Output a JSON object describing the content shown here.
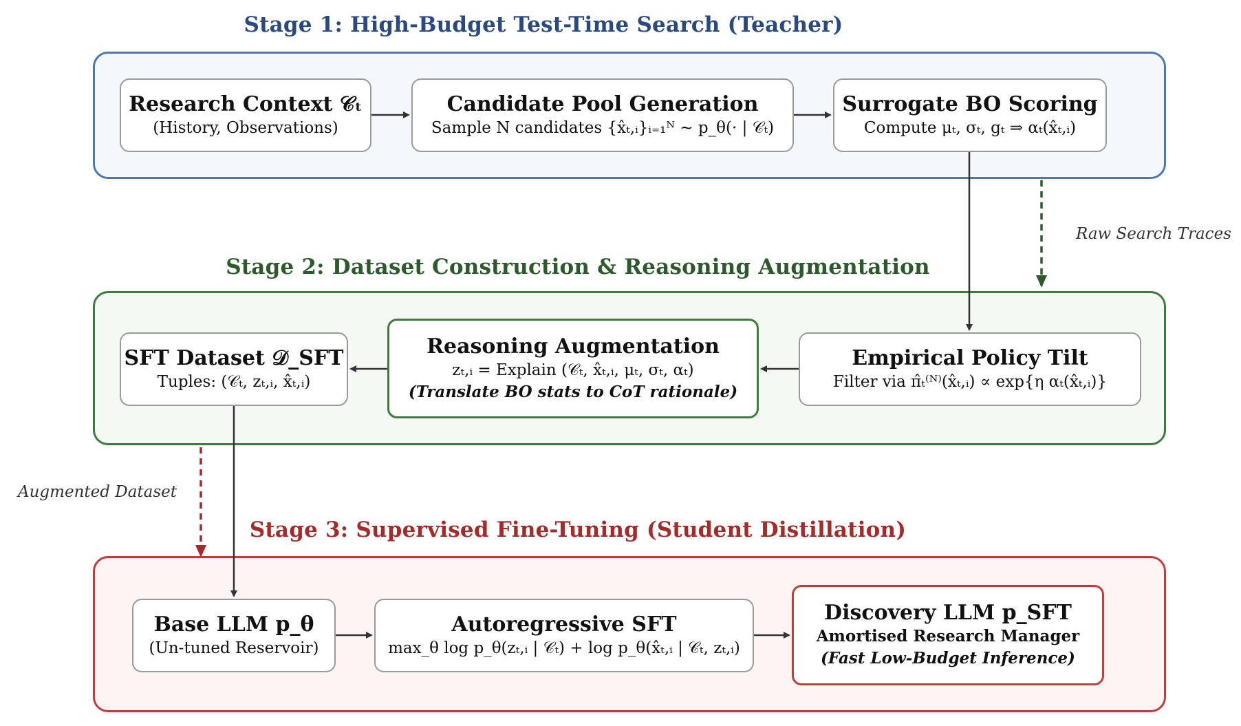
{
  "stage1": {
    "title": "Stage 1: High-Budget Test-Time Search (Teacher)",
    "box1": {
      "title": "Research Context 𝒞ₜ",
      "subtitle": "(History, Observations)"
    },
    "box2": {
      "title": "Candidate Pool Generation",
      "subtitle": "Sample N candidates {x̂ₜ,ᵢ}ᵢ₌₁ᴺ ∼ p_θ(· | 𝒞ₜ)"
    },
    "box3": {
      "title": "Surrogate BO Scoring",
      "subtitle": "Compute μₜ, σₜ, gₜ ⇒ αₜ(x̂ₜ,ᵢ)"
    }
  },
  "edge_labels": {
    "raw_search_traces": "Raw Search Traces",
    "augmented_dataset": "Augmented Dataset"
  },
  "stage2": {
    "title": "Stage 2: Dataset Construction & Reasoning Augmentation",
    "box1": {
      "title": "SFT Dataset 𝒟_SFT",
      "subtitle": "Tuples: (𝒞ₜ, zₜ,ᵢ, x̂ₜ,ᵢ)"
    },
    "box2": {
      "title": "Reasoning Augmentation",
      "subtitle": "zₜ,ᵢ = Explain (𝒞ₜ, x̂ₜ,ᵢ, μₜ, σₜ, αₜ)",
      "note": "(Translate BO stats to CoT rationale)"
    },
    "box3": {
      "title": "Empirical Policy Tilt",
      "subtitle": "Filter via π̂ₜ⁽ᴺ⁾(x̂ₜ,ᵢ) ∝ exp{η αₜ(x̂ₜ,ᵢ)}"
    }
  },
  "stage3": {
    "title": "Stage 3: Supervised Fine-Tuning (Student Distillation)",
    "box1": {
      "title": "Base LLM p_θ",
      "subtitle": "(Un-tuned Reservoir)"
    },
    "box2": {
      "title": "Autoregressive SFT",
      "subtitle": "max_θ log p_θ(zₜ,ᵢ | 𝒞ₜ) + log p_θ(x̂ₜ,ᵢ | 𝒞ₜ, zₜ,ᵢ)"
    },
    "box3": {
      "title": "Discovery LLM p_SFT",
      "subtitle": "Amortised Research Manager",
      "note": "(Fast Low-Budget Inference)"
    }
  },
  "colors": {
    "stage1": "#2a4a7f",
    "stage2": "#2d5a2d",
    "stage3": "#a52a2a",
    "arrow": "#333333"
  }
}
